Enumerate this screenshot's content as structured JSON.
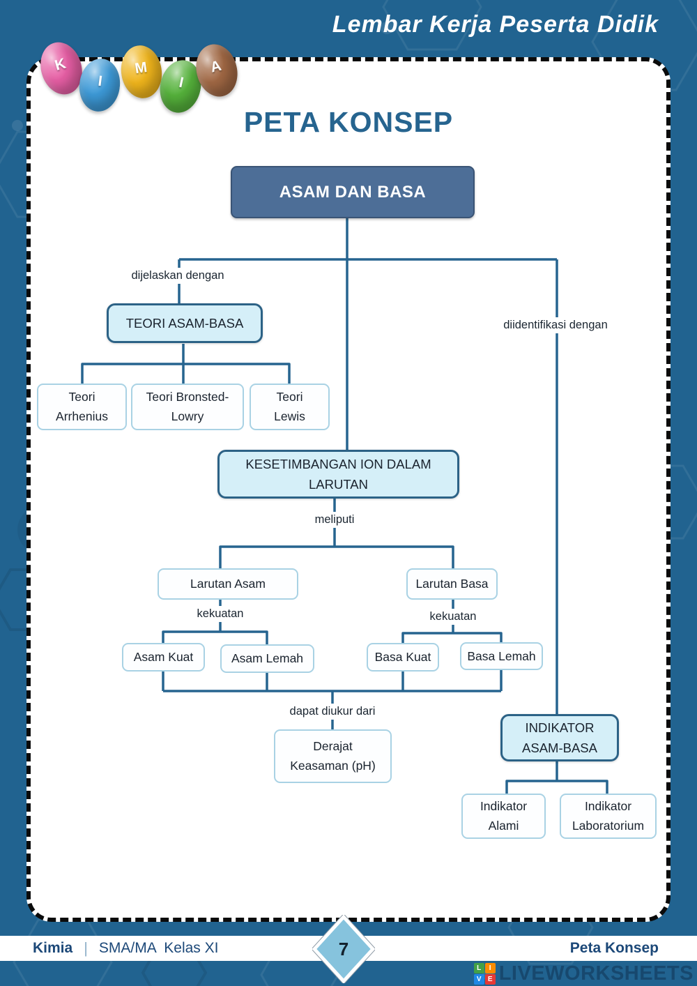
{
  "header": {
    "series_title": "Lembar Kerja Peserta Didik",
    "logo_letters": [
      {
        "letter": "K",
        "color": "#e75fa5"
      },
      {
        "letter": "I",
        "color": "#3d9ad8"
      },
      {
        "letter": "M",
        "color": "#f0b51c"
      },
      {
        "letter": "I",
        "color": "#55b23b"
      },
      {
        "letter": "A",
        "color": "#a16844"
      }
    ]
  },
  "concept_map": {
    "title": "PETA KONSEP",
    "nodes": {
      "root": "ASAM DAN BASA",
      "teori": "TEORI ASAM-BASA",
      "arrhenius": {
        "line1": "Teori",
        "line2": "Arrhenius"
      },
      "bronsted": {
        "line1": "Teori Bronsted-",
        "line2": "Lowry"
      },
      "lewis": {
        "line1": "Teori",
        "line2": "Lewis"
      },
      "kesetimbangan": {
        "line1": "KESETIMBANGAN ION DALAM",
        "line2": "LARUTAN"
      },
      "larutan_asam": "Larutan Asam",
      "larutan_basa": "Larutan Basa",
      "asam_kuat": "Asam Kuat",
      "asam_lemah": "Asam Lemah",
      "basa_kuat": "Basa Kuat",
      "basa_lemah": "Basa Lemah",
      "derajat": {
        "line1": "Derajat",
        "line2": "Keasaman (pH)"
      },
      "indikator": {
        "line1": "INDIKATOR",
        "line2": "ASAM-BASA"
      },
      "indikator_alami": {
        "line1": "Indikator",
        "line2": "Alami"
      },
      "indikator_laboratorium": {
        "line1": "Indikator",
        "line2": "Laboratorium"
      }
    },
    "edge_labels": {
      "dijelaskan": "dijelaskan dengan",
      "diidentifikasi": "diidentifikasi dengan",
      "meliputi": "meliputi",
      "kekuatan_asam": "kekuatan",
      "kekuatan_basa": "kekuatan",
      "diukur": "dapat diukur dari"
    }
  },
  "footer": {
    "subject": "Kimia",
    "divider": "|",
    "grade": "SMA/MA  Kelas XI",
    "page_number": "7",
    "section": "Peta Konsep",
    "brand": {
      "name": "LIVEWORKSHEETS",
      "tiles": [
        {
          "letter": "L",
          "color": "#43a047"
        },
        {
          "letter": "I",
          "color": "#fb8c00"
        },
        {
          "letter": "V",
          "color": "#1e88e5"
        },
        {
          "letter": "E",
          "color": "#e53935"
        }
      ]
    }
  },
  "colors": {
    "page_background": "#216390",
    "root_node_fill": "#4d6e97",
    "highlight_node_fill": "#d5eff8",
    "highlight_node_border": "#2c6286",
    "light_node_border": "#a9d2e4",
    "connector": "#26648f",
    "title_text": "#26648f",
    "page_diamond_fill": "#86c3dd"
  }
}
